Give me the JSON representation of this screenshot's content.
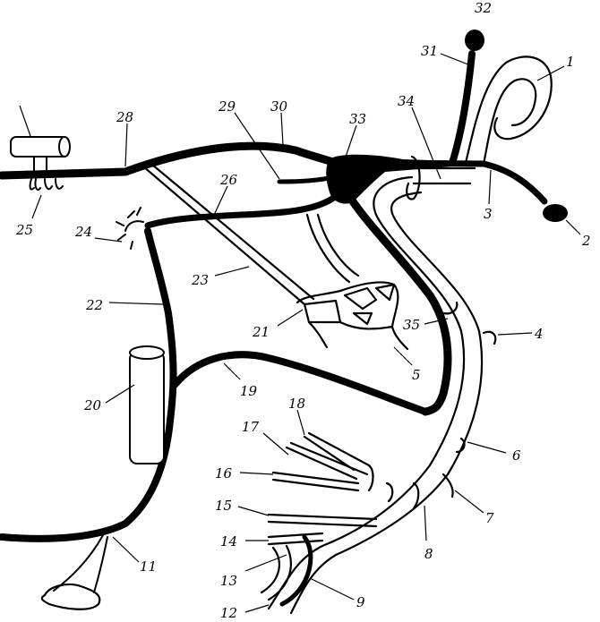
{
  "labels": {
    "l1": "1",
    "l2": "2",
    "l3": "3",
    "l4": "4",
    "l5": "5",
    "l6": "6",
    "l7": "7",
    "l8": "8",
    "l9": "9",
    "l11": "11",
    "l12": "12",
    "l13": "13",
    "l14": "14",
    "l15": "15",
    "l16": "16",
    "l17": "17",
    "l18": "18",
    "l19": "19",
    "l20": "20",
    "l21": "21",
    "l22": "22",
    "l23": "23",
    "l24": "24",
    "l25": "25",
    "l26": "26",
    "l28": "28",
    "l29": "29",
    "l30": "30",
    "l31": "31",
    "l32": "32",
    "l33": "33",
    "l34": "34",
    "l35": "35"
  }
}
